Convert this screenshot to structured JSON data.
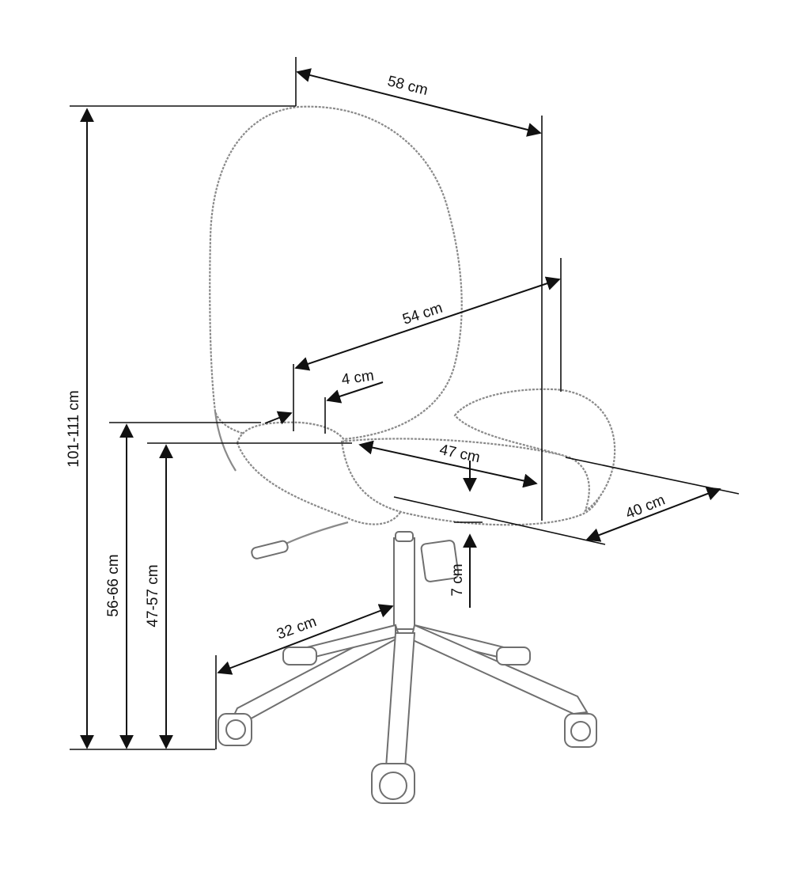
{
  "diagram": {
    "dimensions": {
      "total_width": "58 cm",
      "total_height": "101-111 cm",
      "seat_width": "54 cm",
      "seat_thickness": "4 cm",
      "seat_depth": "47 cm",
      "seat_height": "56-66 cm",
      "armrest_height": "47-57 cm",
      "depth": "40 cm",
      "gas_lift_travel": "7 cm",
      "base_radius": "32 cm"
    },
    "colors": {
      "outline": "#8a8a8a",
      "dimension": "#111111",
      "background": "#ffffff"
    }
  }
}
